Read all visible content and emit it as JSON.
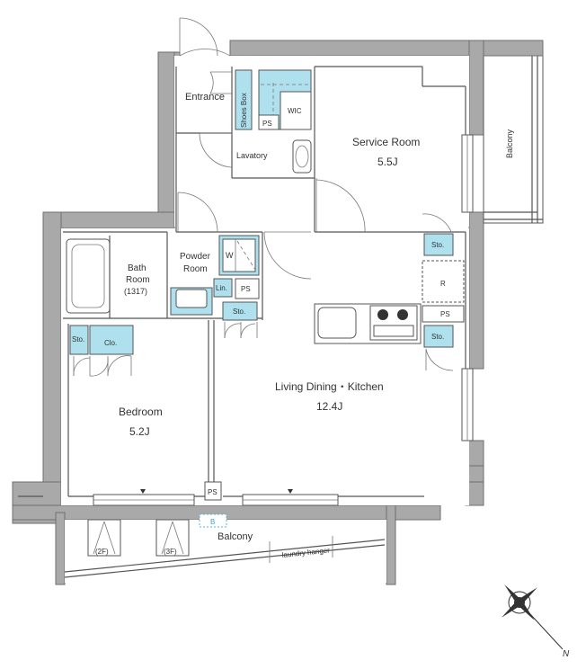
{
  "rooms": {
    "entrance": "Entrance",
    "shoes_box": "Shoes Box",
    "ps1": "PS",
    "wic": "WIC",
    "lavatory": "Lavatory",
    "service_room": "Service Room",
    "service_room_size": "5.5J",
    "balcony_side": "Balcony",
    "powder_room_1": "Powder",
    "powder_room_2": "Room",
    "washer": "W",
    "sto_service": "Sto.",
    "refrigerator": "R",
    "bath_1": "Bath",
    "bath_2": "Room",
    "bath_3": "(1317)",
    "lin": "Lin.",
    "ps2": "PS",
    "sto_powder": "Sto.",
    "ps_kitchen": "PS",
    "sto_kitchen": "Sto.",
    "sto_bedroom": "Sto.",
    "closet": "Clo.",
    "ldk": "Living Dining・Kitchen",
    "ldk_size": "12.4J",
    "bedroom": "Bedroom",
    "bedroom_size": "5.2J",
    "ps_bottom": "PS",
    "b_mark": "B",
    "balcony": "Balcony",
    "hatch_2f": "(2F)",
    "hatch_3f": "(3F)",
    "laundry": "laundry hanger",
    "north": "N"
  }
}
